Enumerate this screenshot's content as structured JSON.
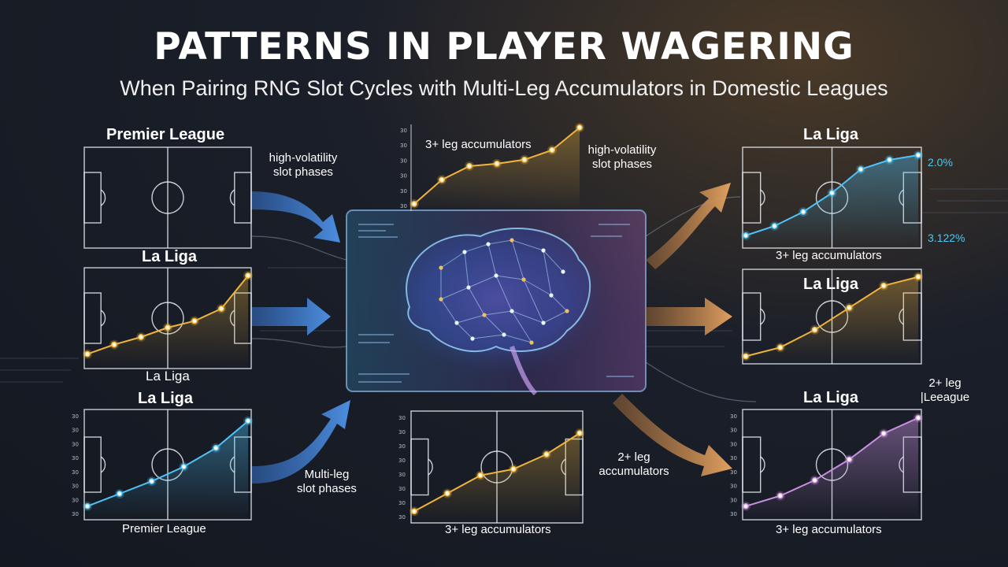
{
  "header": {
    "title": "PATTERNS IN PLAYER WAGERING",
    "subtitle": "When Pairing RNG Slot Cycles with Multi-Leg Accumulators in Domestic Leagues"
  },
  "colors": {
    "blue": "#4fc3f7",
    "gold": "#f0b43c",
    "orange": "#e8a86a",
    "purple": "#c890e0",
    "arrow_blue": "#3b78c4",
    "arrow_orange": "#d8985a"
  },
  "left_panels": [
    {
      "top_label": "Premier League",
      "bottom_label": "La Liga",
      "series_color": "none",
      "values": []
    },
    {
      "top_label": "",
      "bottom_label": "La Liga",
      "series_color": "gold",
      "values": [
        0.12,
        0.22,
        0.3,
        0.4,
        0.47,
        0.6,
        0.95
      ]
    },
    {
      "top_label": "La Liga",
      "bottom_label": "Premier League",
      "series_color": "blue",
      "values": [
        0.1,
        0.22,
        0.34,
        0.48,
        0.66,
        0.92
      ]
    }
  ],
  "center_panels": [
    {
      "label": "3+ leg accumulators",
      "series_color": "gold",
      "values": [
        0.05,
        0.35,
        0.52,
        0.55,
        0.6,
        0.72,
        1.0
      ]
    },
    {
      "label": "3+ leg accumulators",
      "series_color": "gold",
      "values": [
        0.08,
        0.25,
        0.42,
        0.48,
        0.62,
        0.82
      ]
    }
  ],
  "right_panels": [
    {
      "top_label": "La Liga",
      "bottom_label": "3+ leg accumulators",
      "series_color": "blue",
      "values": [
        0.1,
        0.2,
        0.35,
        0.55,
        0.8,
        0.9,
        0.95
      ],
      "annotations": [
        "2.0%",
        "3.122%"
      ]
    },
    {
      "top_label": "La Liga",
      "bottom_label": "",
      "series_color": "gold",
      "values": [
        0.05,
        0.15,
        0.35,
        0.6,
        0.85,
        0.95
      ]
    },
    {
      "top_label": "La Liga",
      "bottom_label": "3+ leg accumulators",
      "series_color": "purple",
      "values": [
        0.1,
        0.2,
        0.35,
        0.55,
        0.8,
        0.95
      ]
    }
  ],
  "callouts": {
    "high_vol_left": "high-volatility\nslot phases",
    "high_vol_center": "high-volatility\nslot phases",
    "multi_leg": "Multi-leg\nslot phases",
    "two_leg_center": "2+ leg\naccumulators",
    "two_leg_right": "2+ leg\n|Leeague"
  },
  "tick_marks": [
    "30",
    "30",
    "30",
    "30",
    "30",
    "30",
    "30",
    "30"
  ]
}
